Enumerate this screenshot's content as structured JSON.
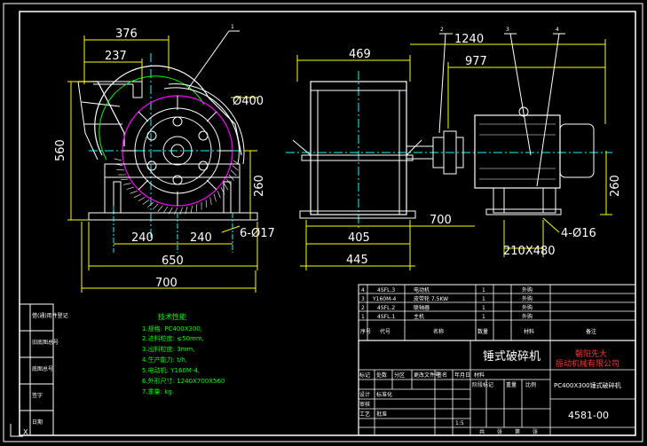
{
  "colors": {
    "background": "#000000",
    "outline": "#ffffff",
    "dimension": "#ffff00",
    "centerline": "#00ffff",
    "hatch": "#00ff00",
    "rotor": "#ff00ff",
    "company": "#ff3030"
  },
  "front_view": {
    "dims": {
      "width_376": "376",
      "width_237": "237",
      "height_560": "560",
      "height_260": "260",
      "dia_400": "Ø400",
      "bolt_240a": "240",
      "bolt_240b": "240",
      "width_650": "650",
      "width_700": "700",
      "holes": "6-Ø17"
    },
    "balloon_1": "1"
  },
  "side_view": {
    "dims": {
      "d_469": "469",
      "d_1240": "1240",
      "d_977": "977",
      "d_260": "260",
      "d_700": "700",
      "d_405": "405",
      "d_445": "445",
      "motor_base": "210X480",
      "holes": "4-Ø16"
    },
    "balloons": [
      "2",
      "3",
      "4"
    ]
  },
  "tech_spec": {
    "title": "技术性能",
    "lines": [
      "1.规格: PC400X300,",
      "2.进料粒度: ≤50mm,",
      "3.出料粒度: 3mm,",
      "4.生产能力: t/h,",
      "5.电动机: Y160M-4,",
      "6.外形尺寸: 1240X700X560",
      "7.重量: kg."
    ]
  },
  "bom": {
    "rows": [
      {
        "no": "4",
        "code": "4SFL.3",
        "name": "电动机",
        "qty": "1",
        "note": "外购"
      },
      {
        "no": "3",
        "code": "Y160M-4",
        "name": "皮带轮 7.5KW",
        "qty": "1",
        "note": "外购"
      },
      {
        "no": "2",
        "code": "4SFL.2",
        "name": "联轴器",
        "qty": "1",
        "note": "外购"
      },
      {
        "no": "1",
        "code": "4SFL.1",
        "name": "主机",
        "qty": "1",
        "note": "外购"
      }
    ],
    "header": [
      "序号",
      "代号",
      "名称",
      "数量",
      "材料",
      "备注"
    ]
  },
  "title_block": {
    "product": "锤式破碎机",
    "company_line1": "朝阳先大",
    "company_line2": "振动机械有限公司",
    "model": "PC400X300锤式破碎机",
    "drawing_no": "4581-00",
    "scale": "1:5",
    "labels": [
      "标记",
      "处数",
      "分区",
      "更改文件号",
      "签名",
      "年月日",
      "设计",
      "标准化",
      "审核",
      "工艺",
      "批准",
      "阶段标记",
      "重量",
      "比例",
      "共",
      "张",
      "第",
      "张",
      "材料"
    ]
  },
  "left_strip": {
    "labels": [
      "借(通)用件登记",
      "旧底图总号",
      "底图总号",
      "签字",
      "日期"
    ]
  },
  "ucs_icon": "X"
}
